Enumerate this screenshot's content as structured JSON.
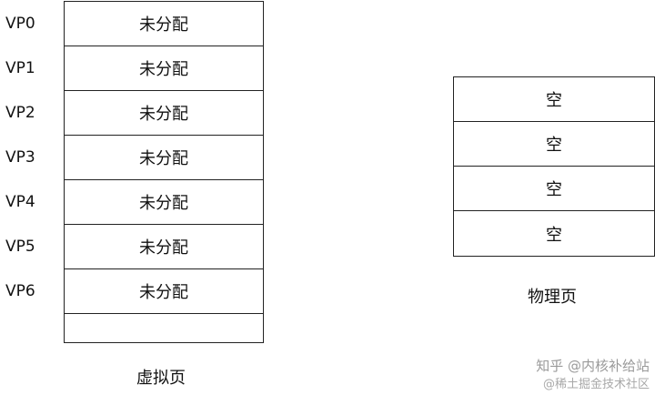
{
  "virtual": {
    "labels": [
      "VP0",
      "VP1",
      "VP2",
      "VP3",
      "VP4",
      "VP5",
      "VP6"
    ],
    "cells": [
      "未分配",
      "未分配",
      "未分配",
      "未分配",
      "未分配",
      "未分配",
      "未分配",
      ""
    ],
    "caption": "虚拟页"
  },
  "physical": {
    "cells": [
      "空",
      "空",
      "空",
      "空"
    ],
    "caption": "物理页"
  },
  "watermark": {
    "line1": "知乎 @内核补给站",
    "line2": "@稀土掘金技术社区"
  }
}
